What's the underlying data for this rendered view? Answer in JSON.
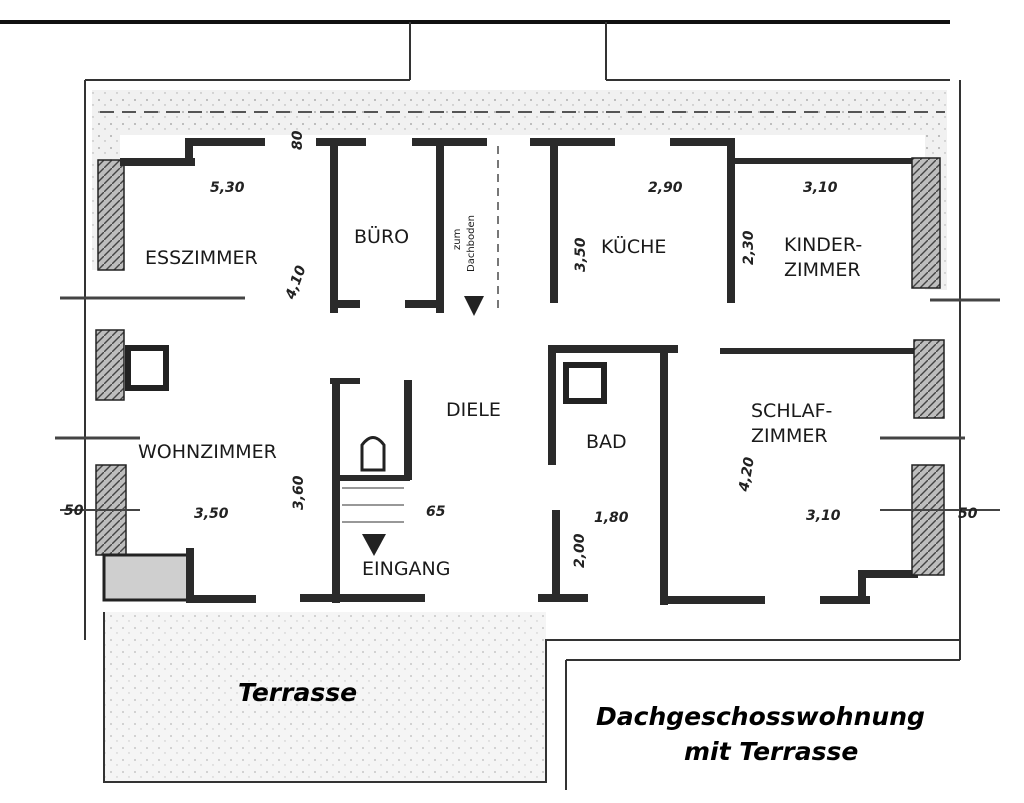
{
  "rooms": {
    "esszimmer": "ESSZIMMER",
    "buero": "BÜRO",
    "zum": "zum",
    "dachboden": "Dachboden",
    "kueche": "KÜCHE",
    "kinder_line1": "KINDER-",
    "kinder_line2": "ZIMMER",
    "diele": "DIELE",
    "wohnzimmer": "WOHNZIMMER",
    "bad": "BAD",
    "schlaf_line1": "SCHLAF-",
    "schlaf_line2": "ZIMMER",
    "eingang": "EINGANG",
    "terrasse": "Terrasse"
  },
  "dimensions": {
    "d530": "5,30",
    "d410_left": "4,10",
    "d350_buero": "3,50",
    "d290": "2,90",
    "d230": "2,30",
    "d310_top": "3,10",
    "d50_left": "50",
    "d350_wohn": "3,50",
    "d360": "3,60",
    "d65": "65",
    "d180": "1,80",
    "d200": "2,00",
    "d420": "4,20",
    "d310_bottom": "3,10",
    "d50_right": "50",
    "d80": "80"
  },
  "caption": {
    "line1": "Dachgeschosswohnung",
    "line2": "mit Terrasse"
  },
  "colors": {
    "ink": "#1a1a1a",
    "paper": "#ffffff"
  }
}
